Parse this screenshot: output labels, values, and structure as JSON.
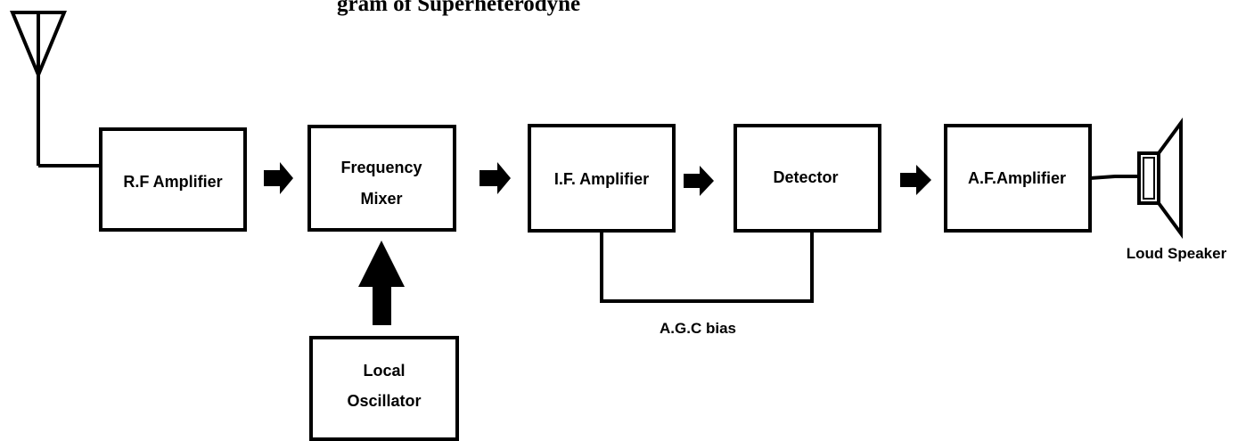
{
  "title": "gram of Superheterodyne",
  "blocks": {
    "rf_amplifier": "R.F Amplifier",
    "frequency_mixer": [
      "Frequency",
      "Mixer"
    ],
    "local_oscillator": [
      "Local",
      "Oscillator"
    ],
    "if_amplifier": "I.F. Amplifier",
    "detector": "Detector",
    "af_amplifier": "A.F.Amplifier"
  },
  "labels": {
    "agc_bias": "A.G.C bias",
    "loud_speaker": "Loud Speaker"
  },
  "icons": [
    "antenna-icon",
    "speaker-icon"
  ],
  "colors": {
    "stroke": "#000000",
    "background": "#ffffff"
  }
}
